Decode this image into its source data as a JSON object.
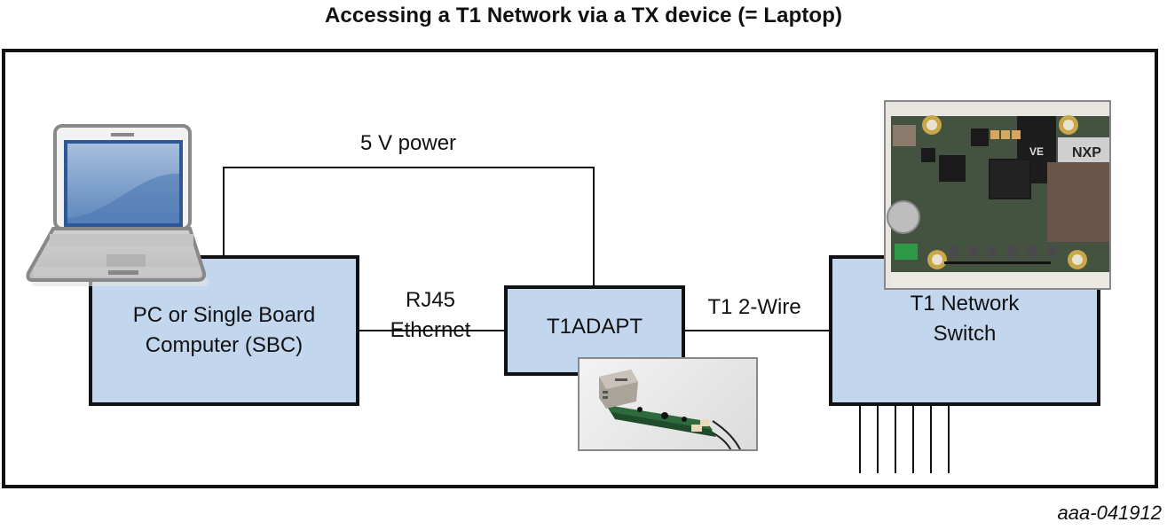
{
  "title": "Accessing a T1 Network via a TX device (= Laptop)",
  "nodes": {
    "laptop": {
      "icon": "laptop-icon"
    },
    "pc": {
      "line1": "PC or Single Board",
      "line2": "Computer (SBC)"
    },
    "adapter": {
      "label": "T1ADAPT"
    },
    "switch": {
      "line1": "T1 Network",
      "line2": "Switch"
    }
  },
  "connections": {
    "power": "5 V power",
    "ethernet_line1": "RJ45",
    "ethernet_line2": "Ethernet",
    "t1": "T1 2-Wire"
  },
  "photos": {
    "adapter_photo": "t1adapt-board-photo",
    "switch_photo": "t1-switch-board-photo",
    "switch_brand": "NXP"
  },
  "colors": {
    "box_fill": "#c2d7ee",
    "line": "#111111"
  },
  "doc_id": "aaa-041912"
}
